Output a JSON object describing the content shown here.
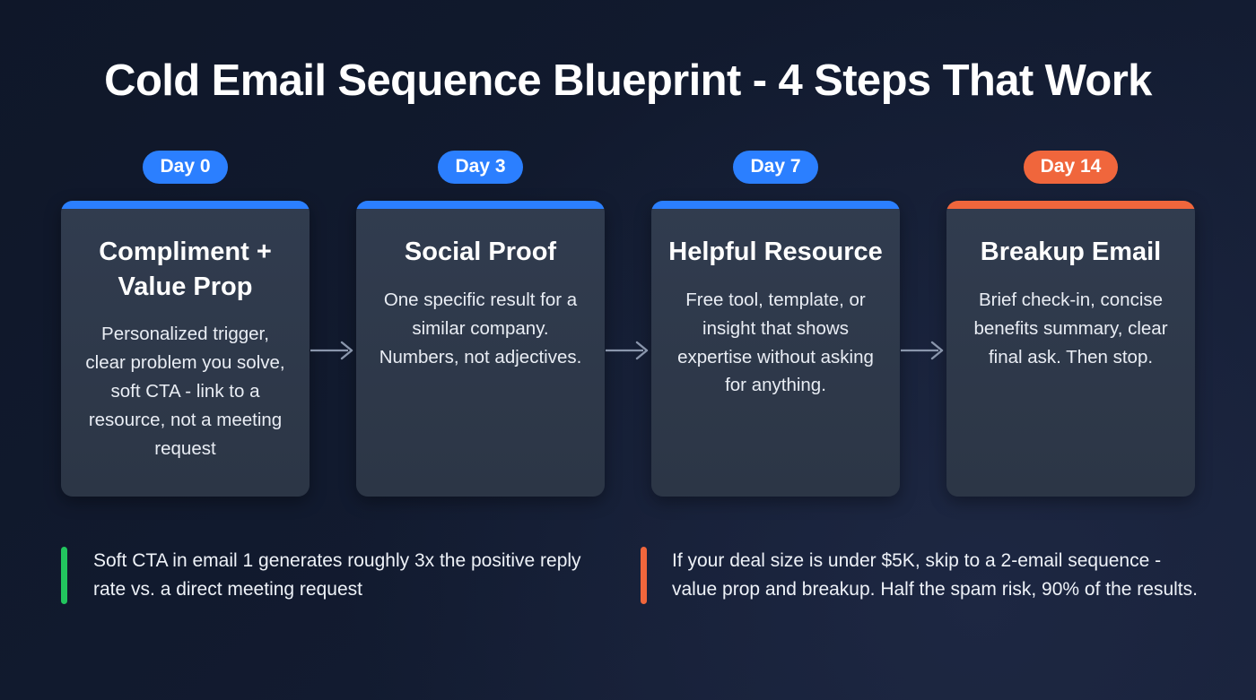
{
  "header": {
    "title": "Cold Email Sequence Blueprint - 4 Steps That Work"
  },
  "colors": {
    "background": "#111a2e",
    "card_body": "#2f3a4d",
    "accent_blue": "#2b7fff",
    "accent_orange": "#f0663c",
    "accent_green": "#22c55e",
    "arrow": "#8a96ac",
    "text_primary": "#ffffff",
    "text_secondary": "#e9edf4"
  },
  "steps": [
    {
      "badge": "Day 0",
      "badge_color": "#2b7fff",
      "bar_color": "#2b7fff",
      "title": "Compliment + Value Prop",
      "description": "Personalized trigger, clear problem you solve, soft CTA - link to a resource, not a meeting request"
    },
    {
      "badge": "Day 3",
      "badge_color": "#2b7fff",
      "bar_color": "#2b7fff",
      "title": "Social Proof",
      "description": "One specific result for a similar company. Numbers, not adjectives."
    },
    {
      "badge": "Day 7",
      "badge_color": "#2b7fff",
      "bar_color": "#2b7fff",
      "title": "Helpful Resource",
      "description": "Free tool, template, or insight that shows expertise without asking for anything."
    },
    {
      "badge": "Day 14",
      "badge_color": "#f0663c",
      "bar_color": "#f0663c",
      "title": "Breakup Email",
      "description": "Brief check-in, concise benefits summary, clear final ask. Then stop."
    }
  ],
  "connectors": [
    {
      "icon": "arrow-right-icon"
    },
    {
      "icon": "arrow-right-icon"
    },
    {
      "icon": "arrow-right-icon"
    }
  ],
  "callouts": [
    {
      "bar_color": "#22c55e",
      "text": "Soft CTA in email 1 generates roughly 3x the positive reply rate vs. a direct meeting request"
    },
    {
      "bar_color": "#f0663c",
      "text": "If your deal size is under $5K, skip to a 2-email sequence - value prop and breakup. Half the spam risk, 90% of the results."
    }
  ]
}
